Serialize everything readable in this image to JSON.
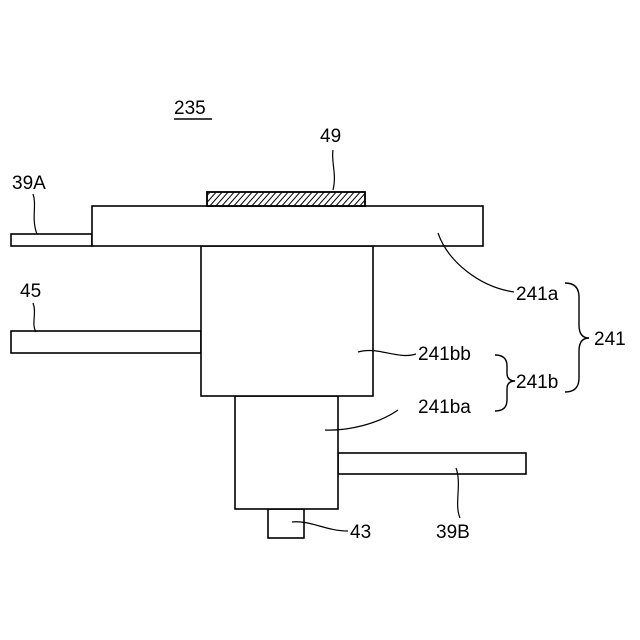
{
  "figure": {
    "reference_number": "235",
    "labels": {
      "pad": "49",
      "top_plate_pin": "39A",
      "side_pin": "45",
      "upper_plate": "241a",
      "assembly": "241",
      "upper_block": "241bb",
      "block_group": "241b",
      "lower_block": "241ba",
      "bottom_pin": "43",
      "lower_plate_pin": "39B"
    }
  }
}
